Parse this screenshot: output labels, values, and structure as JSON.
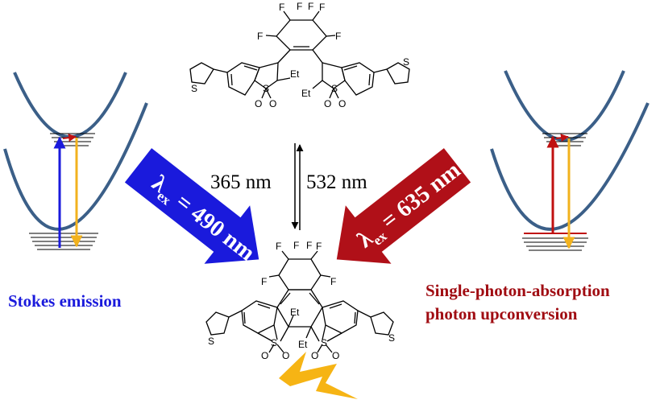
{
  "wavelengths": {
    "forward": "365 nm",
    "reverse": "532 nm"
  },
  "excitation": {
    "left": {
      "prefix": "λ",
      "sub": "ex",
      "value": " = 490 nm",
      "color": "#1a1adc"
    },
    "right": {
      "prefix": "λ",
      "sub": "ex",
      "value": " = 635 nm",
      "color": "#b01018"
    }
  },
  "captions": {
    "left": "Stokes emission",
    "right_line1": "Single-photon-absorption",
    "right_line2": "photon upconversion"
  },
  "atoms": {
    "F": "F",
    "S": "S",
    "O": "O",
    "Et": "Et"
  },
  "colors": {
    "curve": "#3b5f88",
    "blue_line": "#1a1adc",
    "red_line": "#c01010",
    "yellow_line": "#f2b21e",
    "bolt": "#f6b414",
    "left_caption": "#1a1adc",
    "right_caption": "#a00c12"
  }
}
